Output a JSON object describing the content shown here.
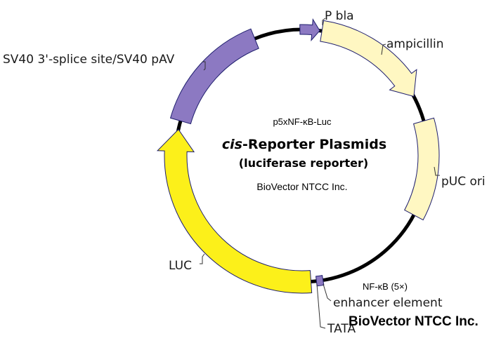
{
  "plasmid": {
    "name": "p5xNF-κB-Luc",
    "title_italic": "cis",
    "title_rest": "-Reporter Plasmids",
    "subtitle": "(luciferase reporter)",
    "company": "BioVector NTCC Inc."
  },
  "features": [
    {
      "id": "p-bla",
      "label": "P bla",
      "color": "#8c79c2",
      "type": "promoter-arrow"
    },
    {
      "id": "ampicillin",
      "label": "ampicillin",
      "color": "#fff7c2",
      "type": "gene-arrow"
    },
    {
      "id": "puc-ori",
      "label": "pUC ori",
      "color": "#fff7c2",
      "type": "box"
    },
    {
      "id": "nfkb-enhancer",
      "label": "enhancer element",
      "color": "#8c79c2",
      "type": "box"
    },
    {
      "id": "tata",
      "label": "TATA",
      "type": "site"
    },
    {
      "id": "luc",
      "label": "LUC",
      "color": "#fcf01a",
      "type": "gene-arrow"
    },
    {
      "id": "sv40",
      "label": "SV40 3'-splice site/SV40 pAV",
      "color": "#8c79c2",
      "type": "box"
    }
  ],
  "annotations": {
    "nfkb_label": "NF-κB (5×)",
    "watermark": "BioVector NTCC Inc."
  },
  "colors": {
    "backbone": "#000000",
    "outline": "#1f1f6e",
    "label_tick": "#333333"
  }
}
